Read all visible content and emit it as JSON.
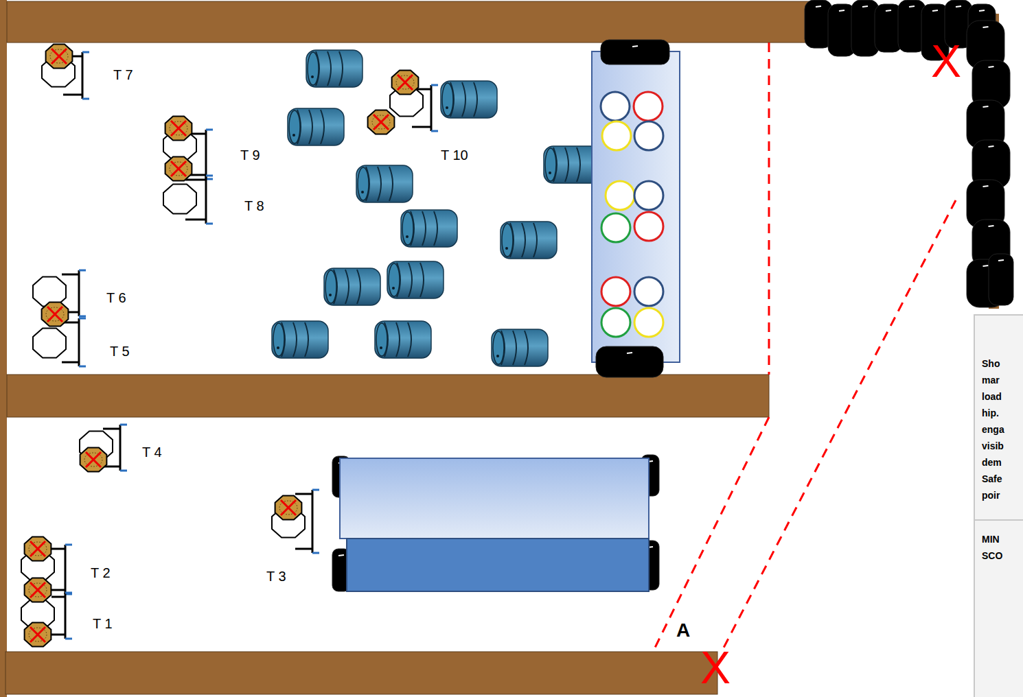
{
  "diagram": {
    "nodes": [
      {
        "text": [
          "Sho mar load hip. enga visib dem Safe poir",
          "MIN SCO"
        ]
      }
    ],
    "labels": [
      "T 7",
      "T 9",
      "T 10",
      "T 8",
      "T 6",
      "T 5",
      "T 4",
      "T 2",
      "T 3",
      "T 1",
      "A",
      "X",
      "X"
    ]
  }
}
